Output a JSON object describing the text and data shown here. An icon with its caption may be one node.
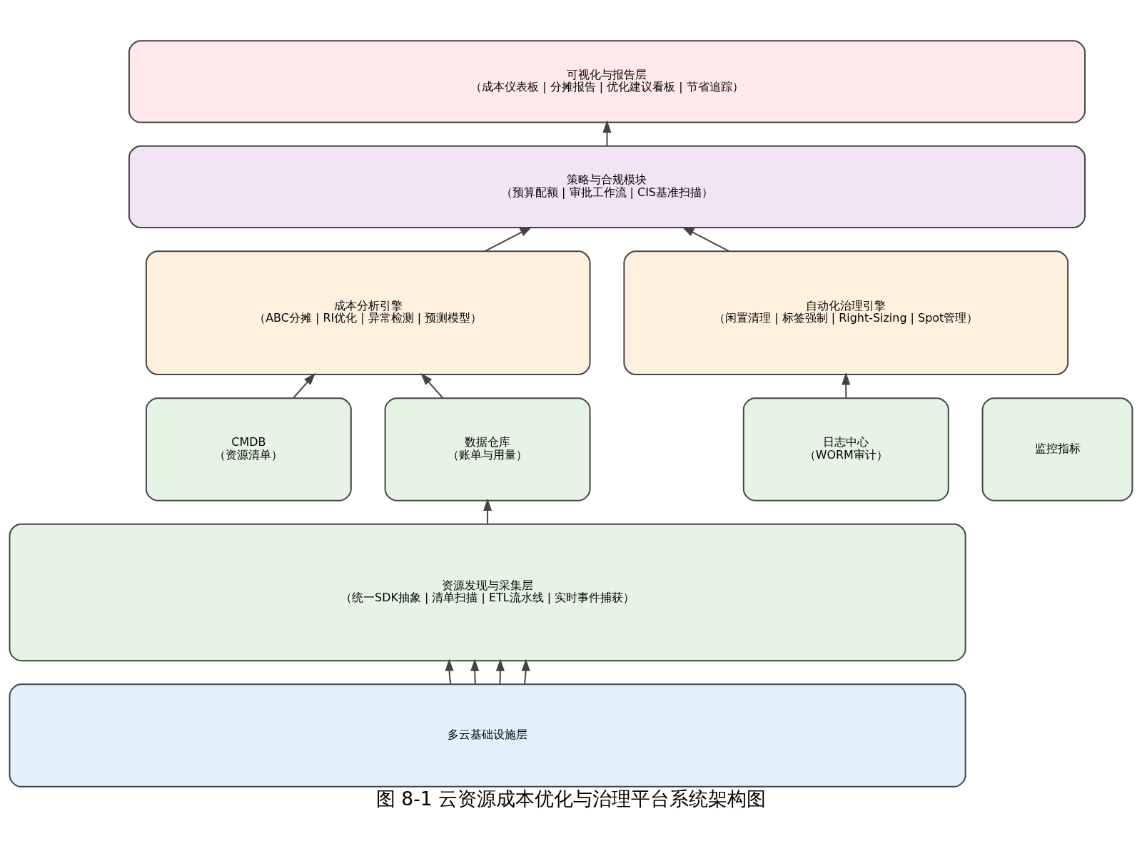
{
  "diagram": {
    "caption": "图 8-1 云资源成本优化与治理平台系统架构图",
    "nodes": [
      {
        "text": [
          "可视化与报告层",
          "（成本仪表板 | 分摊报告 | 优化建议看板 | 节省追踪）"
        ]
      },
      {
        "text": [
          "策略与合规模块",
          "（预算配额 | 审批工作流 | CIS基准扫描）"
        ]
      },
      {
        "text": [
          "成本分析引擎",
          "（ABC分摊 | RI优化 | 异常检测 | 预测模型）"
        ]
      },
      {
        "text": [
          "自动化治理引擎",
          "（闲置清理 | 标签强制 | Right-Sizing | Spot管理）"
        ]
      },
      {
        "text": [
          "CMDB",
          "（资源清单）"
        ]
      },
      {
        "text": [
          "数据仓库",
          "（账单与用量）"
        ]
      },
      {
        "text": [
          "日志中心",
          "（WORM审计）"
        ]
      },
      {
        "text": [
          "监控指标"
        ]
      },
      {
        "text": [
          "资源发现与采集层",
          "（统一SDK抽象 | 清单扫描 | ETL流水线 | 实时事件捕获）"
        ]
      },
      {
        "text": [
          "多云基础设施层"
        ]
      }
    ],
    "edges": [
      {
        "from": 1,
        "to": 0,
        "arrow": "to"
      },
      {
        "from": 2,
        "to": 1,
        "arrow": "to"
      },
      {
        "from": 3,
        "to": 1,
        "arrow": "to"
      },
      {
        "from": 4,
        "to": 2,
        "arrow": "to"
      },
      {
        "from": 5,
        "to": 2,
        "arrow": "to"
      },
      {
        "from": 6,
        "to": 3,
        "arrow": "to"
      },
      {
        "from": 8,
        "to": 5,
        "arrow": "to"
      },
      {
        "from": 9,
        "to": 8,
        "arrow": "to"
      },
      {
        "from": 9,
        "to": 8,
        "arrow": "to"
      },
      {
        "from": 9,
        "to": 8,
        "arrow": "to"
      },
      {
        "from": 9,
        "to": 8,
        "arrow": "to"
      }
    ]
  }
}
